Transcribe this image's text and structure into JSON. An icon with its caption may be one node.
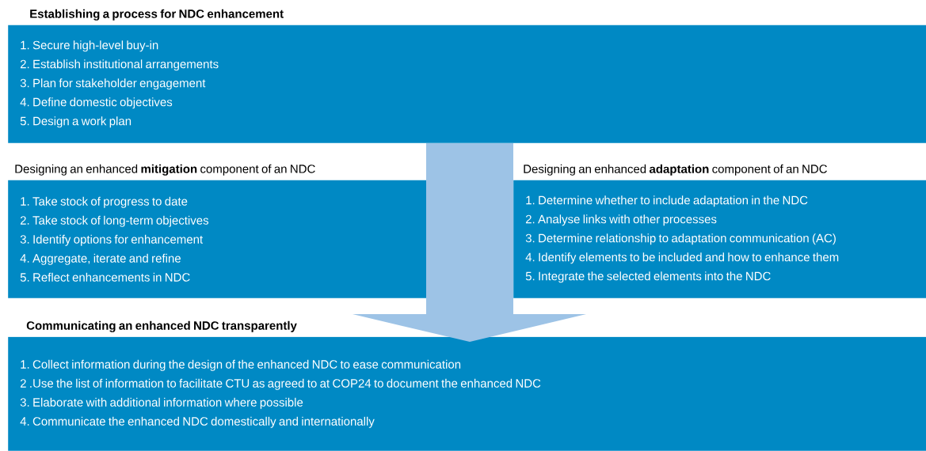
{
  "diagram": {
    "nodes": [
      {
        "text": [
          "Establishing a process for NDC enhancement",
          "1. Secure high-level buy-in",
          "2. Establish institutional arrangements",
          "3. Plan for stakeholder engagement",
          "4. Define domestic objectives",
          "5. Design a work plan"
        ]
      },
      {
        "text": [
          "Designing an enhanced **mitigation** component of an NDC",
          "1. Take stock of progress to date",
          "2. Take stock of long-term objectives",
          "3. Identify options for enhancement",
          "4. Aggregate, iterate and refine",
          "5. Reflect enhancements in NDC"
        ]
      },
      {
        "text": [
          "Designing an enhanced **adaptation** component of an NDC",
          "1. Determine whether to include adaptation in the NDC",
          "2. Analyse links with other processes",
          "3. Determine relationship to adaptation communication (AC)",
          "4. Identify elements to be included and how to enhance them",
          "5. Integrate the selected elements into the NDC"
        ]
      },
      {
        "text": [
          "Communicating an enhanced NDC transparently",
          "1. Collect information during the design of the enhanced NDC to ease communication",
          "2 .Use the list of information to facilitate CTU as agreed to at COP24 to document the enhanced NDC",
          "3. Elaborate with additional information where possible",
          "4. Communicate the enhanced NDC domestically and internationally"
        ]
      }
    ],
    "edges": [
      {
        "from": 0,
        "to": 3,
        "arrow": "to",
        "color": "#9dc3e6"
      }
    ]
  }
}
